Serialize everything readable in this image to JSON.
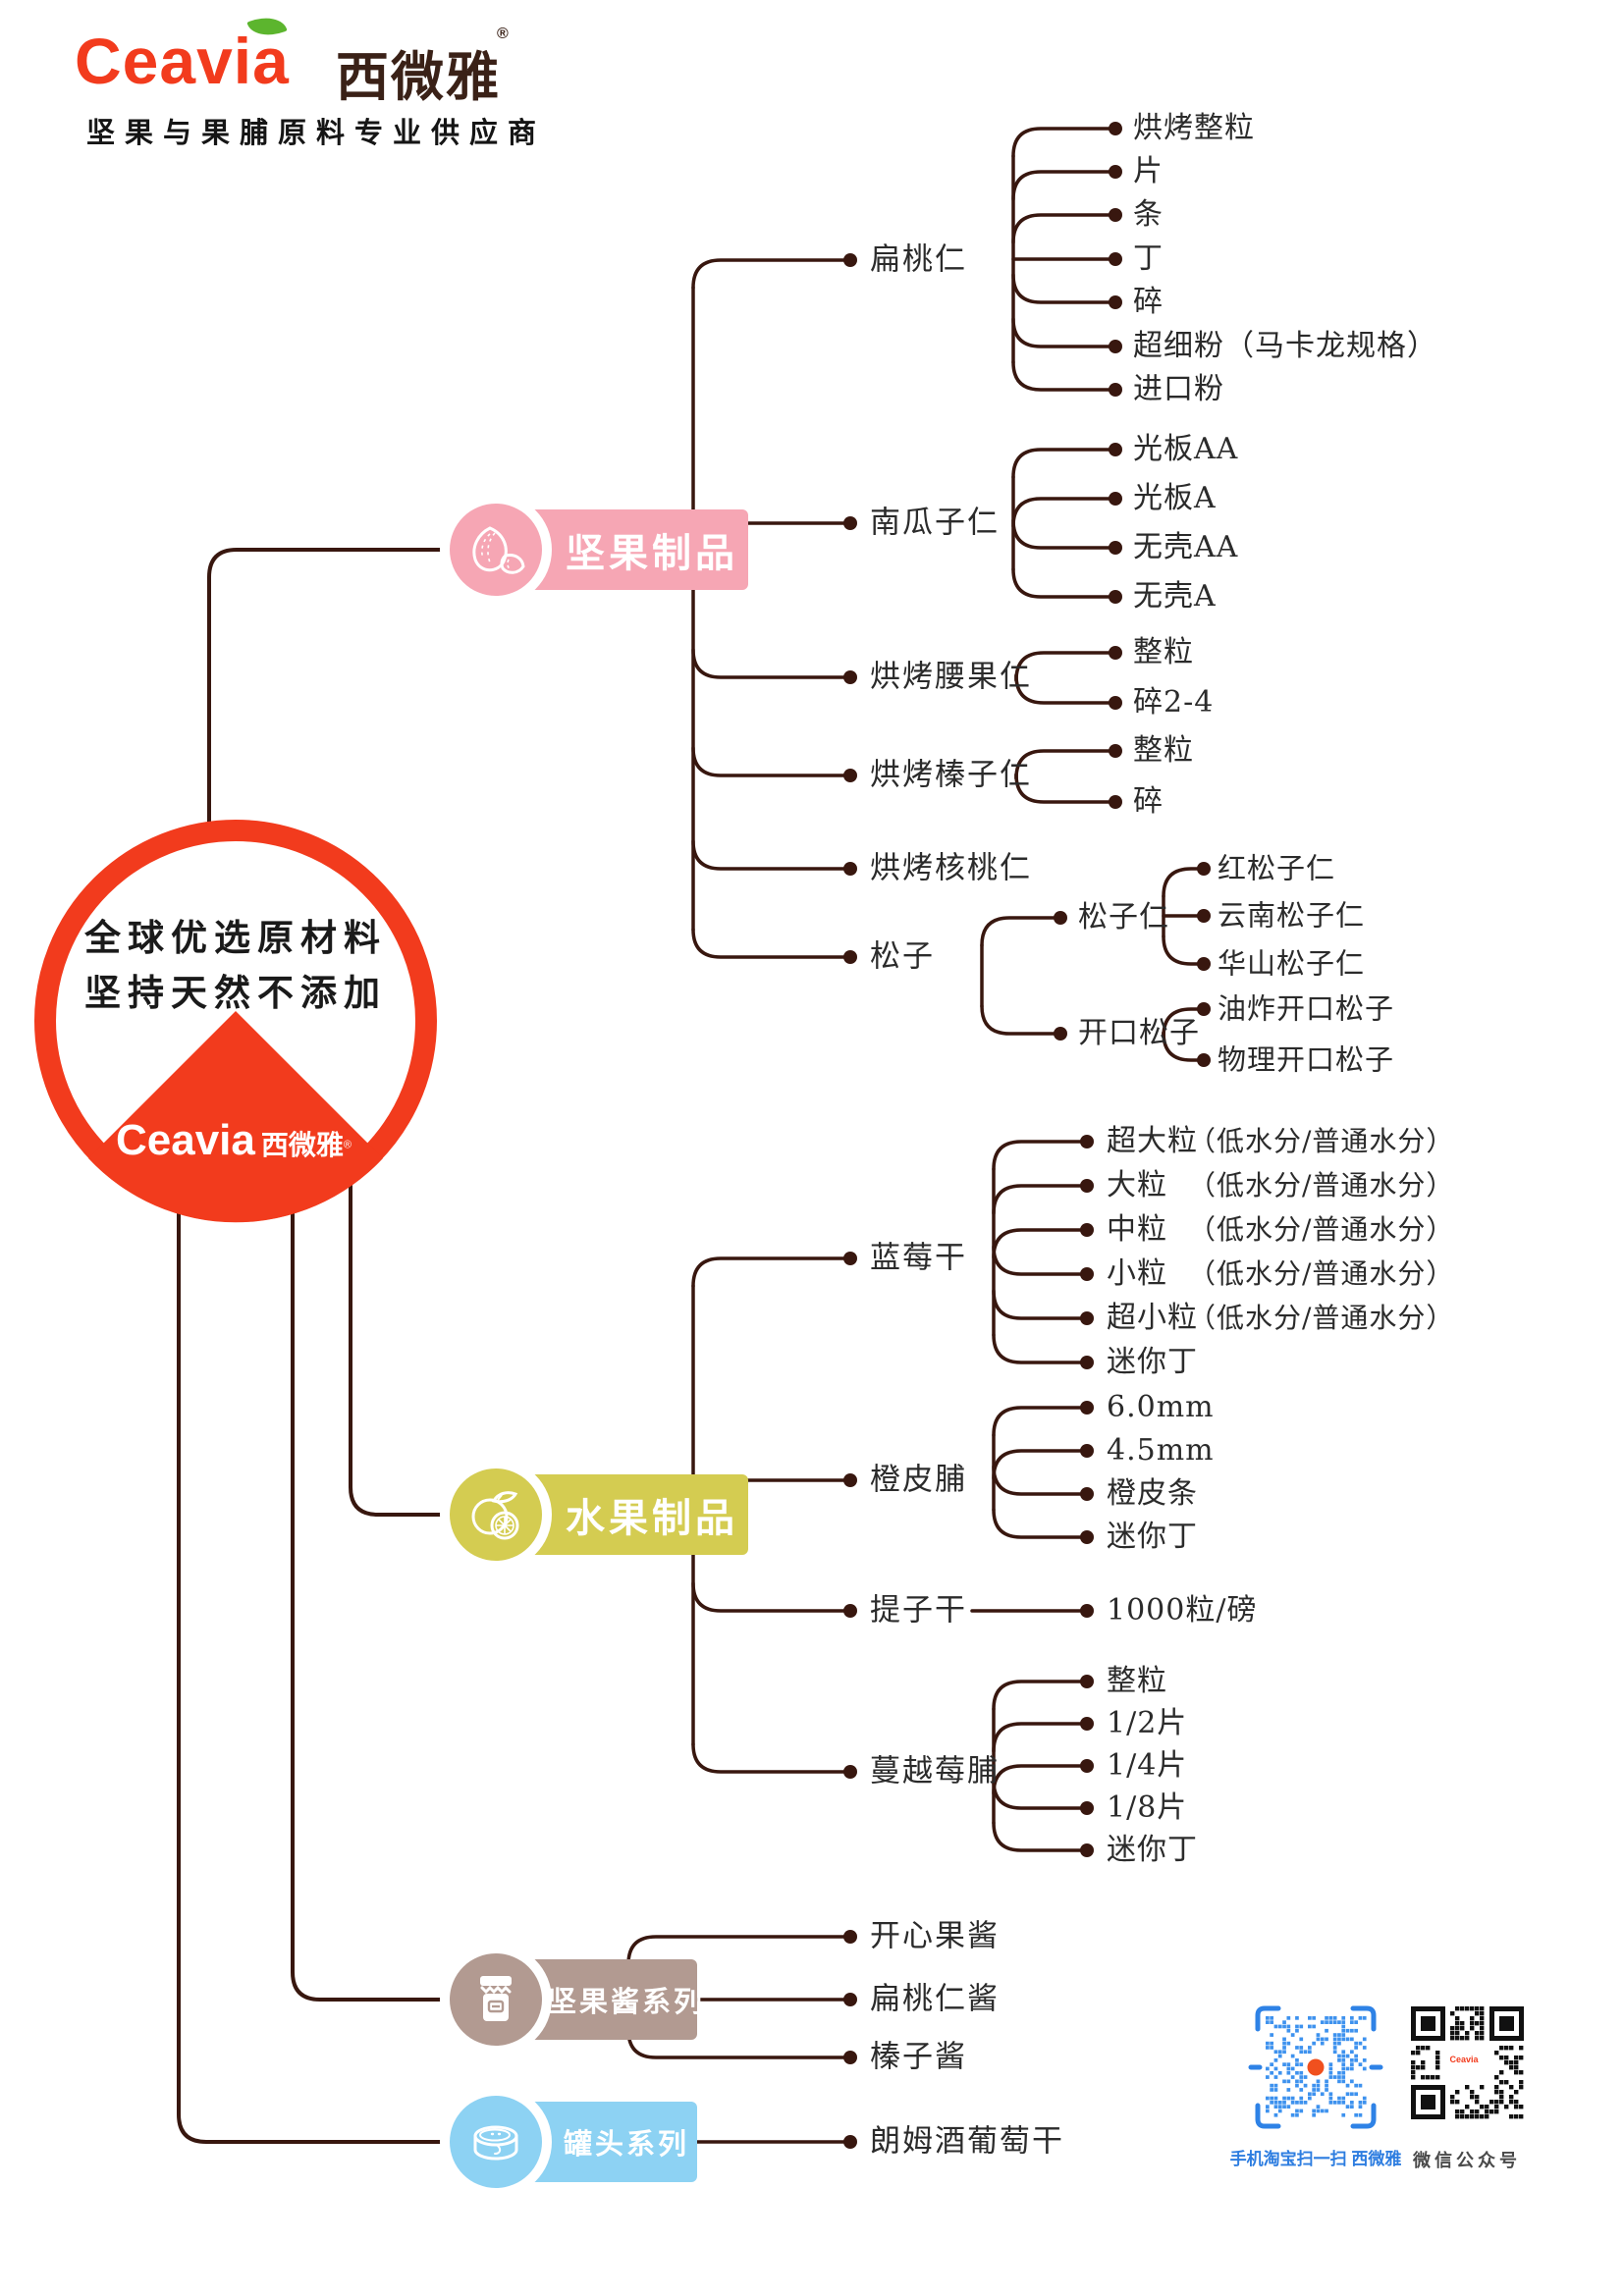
{
  "header": {
    "brand_en": "Ceavia",
    "brand_cn": "西微雅",
    "reg_mark": "®",
    "tagline": "坚果与果脯原料专业供应商"
  },
  "center_emblem": {
    "slogan_line1": "全球优选原材料",
    "slogan_line2": "坚持天然不添加",
    "brand_en": "Ceavia",
    "brand_cn": "西微雅",
    "reg_mark": "®"
  },
  "colors": {
    "brand_red": "#F23B1D",
    "line": "#38170F",
    "nut_pink": "#F6A6B4",
    "fruit_green": "#D4CC51",
    "sauce_mauve": "#B29A91",
    "can_blue": "#8DD2F3",
    "leaf_green": "#5CB52E",
    "qr_blue": "#3E92EE"
  },
  "categories": [
    {
      "label": "坚果制品",
      "icon": "almond-icon",
      "children": [
        {
          "label": "扁桃仁",
          "children": [
            {
              "label": "烘烤整粒"
            },
            {
              "label": "片"
            },
            {
              "label": "条"
            },
            {
              "label": "丁"
            },
            {
              "label": "碎"
            },
            {
              "label": "超细粉（马卡龙规格）"
            },
            {
              "label": "进口粉"
            }
          ]
        },
        {
          "label": "南瓜子仁",
          "children": [
            {
              "label": "光板AA"
            },
            {
              "label": "光板A"
            },
            {
              "label": "无壳AA"
            },
            {
              "label": "无壳A"
            }
          ]
        },
        {
          "label": "烘烤腰果仁",
          "children": [
            {
              "label": "整粒"
            },
            {
              "label": "碎2-4"
            }
          ]
        },
        {
          "label": "烘烤榛子仁",
          "children": [
            {
              "label": "整粒"
            },
            {
              "label": "碎"
            }
          ]
        },
        {
          "label": "烘烤核桃仁",
          "children": []
        },
        {
          "label": "松子",
          "children": [
            {
              "label": "松子仁",
              "children": [
                {
                  "label": "红松子仁"
                },
                {
                  "label": "云南松子仁"
                },
                {
                  "label": "华山松子仁"
                }
              ]
            },
            {
              "label": "开口松子",
              "children": [
                {
                  "label": "油炸开口松子"
                },
                {
                  "label": "物理开口松子"
                }
              ]
            }
          ]
        }
      ]
    },
    {
      "label": "水果制品",
      "icon": "citrus-icon",
      "children": [
        {
          "label": "蓝莓干",
          "children": [
            {
              "label": "超大粒",
              "note": "（低水分/普通水分）"
            },
            {
              "label": "大粒",
              "note": "（低水分/普通水分）"
            },
            {
              "label": "中粒",
              "note": "（低水分/普通水分）"
            },
            {
              "label": "小粒",
              "note": "（低水分/普通水分）"
            },
            {
              "label": "超小粒",
              "note": "（低水分/普通水分）"
            },
            {
              "label": "迷你丁"
            }
          ]
        },
        {
          "label": "橙皮脯",
          "children": [
            {
              "label": "6.0mm"
            },
            {
              "label": "4.5mm"
            },
            {
              "label": "橙皮条"
            },
            {
              "label": "迷你丁"
            }
          ]
        },
        {
          "label": "提子干",
          "children": [
            {
              "label": "1000粒/磅"
            }
          ]
        },
        {
          "label": "蔓越莓脯",
          "children": [
            {
              "label": "整粒"
            },
            {
              "label": "1/2片"
            },
            {
              "label": "1/4片"
            },
            {
              "label": "1/8片"
            },
            {
              "label": "迷你丁"
            }
          ]
        }
      ]
    },
    {
      "label": "坚果酱系列",
      "icon": "jam-jar-icon",
      "children": [
        {
          "label": "开心果酱"
        },
        {
          "label": "扁桃仁酱"
        },
        {
          "label": "榛子酱"
        }
      ]
    },
    {
      "label": "罐头系列",
      "icon": "tin-can-icon",
      "children": [
        {
          "label": "朗姆酒葡萄干"
        }
      ]
    }
  ],
  "footer": {
    "taobao_qr_label": "手机淘宝扫一扫 西微雅",
    "wechat_qr_label": "微信公众号"
  }
}
